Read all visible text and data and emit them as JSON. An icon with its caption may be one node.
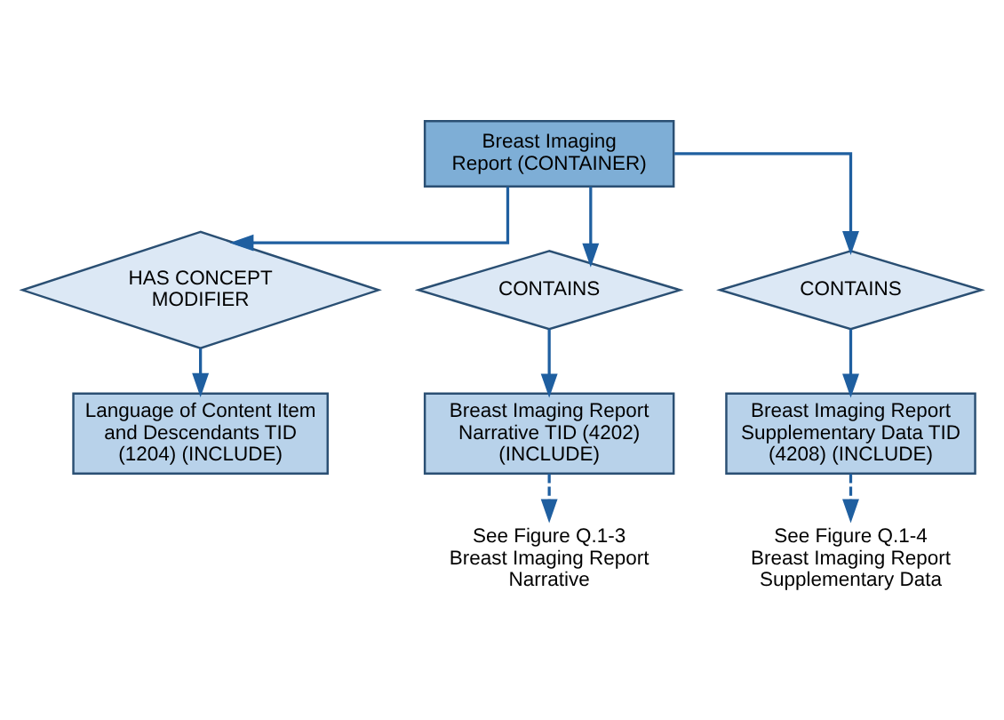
{
  "diagram": {
    "nodes": [
      {
        "text": [
          "Breast Imaging Report (CONTAINER)"
        ]
      },
      {
        "text": [
          "HAS CONCEPT MODIFIER"
        ]
      },
      {
        "text": [
          "CONTAINS"
        ]
      },
      {
        "text": [
          "CONTAINS"
        ]
      },
      {
        "text": [
          "Language of Content Item and Descendants TID (1204) (INCLUDE)"
        ]
      },
      {
        "text": [
          "Breast Imaging Report Narrative TID (4202) (INCLUDE)"
        ]
      },
      {
        "text": [
          "Breast Imaging Report Supplementary Data TID (4208) (INCLUDE)"
        ]
      },
      {
        "text": [
          "See Figure Q.1-3 Breast Imaging Report Narrative"
        ]
      },
      {
        "text": [
          "See Figure Q.1-4 Breast Imaging Report Supplementary Data"
        ]
      }
    ],
    "edges": [
      {
        "from": 0,
        "to": 1,
        "arrow": "to"
      },
      {
        "from": 0,
        "to": 2,
        "arrow": "to"
      },
      {
        "from": 0,
        "to": 3,
        "arrow": "to"
      },
      {
        "from": 1,
        "to": 4,
        "arrow": "to"
      },
      {
        "from": 2,
        "to": 5,
        "arrow": "to"
      },
      {
        "from": 3,
        "to": 6,
        "arrow": "to"
      },
      {
        "from": 5,
        "to": 7,
        "arrow": "to",
        "style": "dashed"
      },
      {
        "from": 6,
        "to": 8,
        "arrow": "to",
        "style": "dashed"
      }
    ]
  }
}
